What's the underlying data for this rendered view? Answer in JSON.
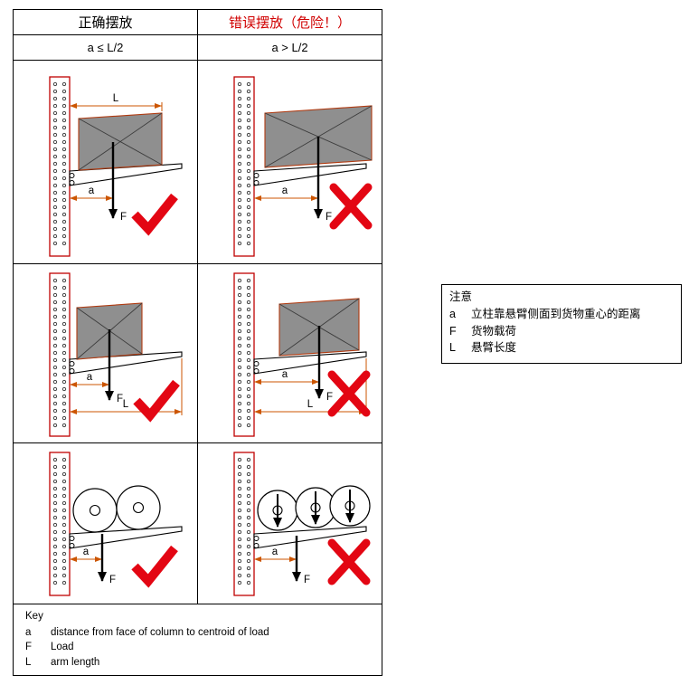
{
  "table": {
    "header_correct": "正确摆放",
    "header_wrong": "错误摆放（危险！）",
    "condition_correct": "a ≤ L/2",
    "condition_wrong": "a > L/2"
  },
  "diagram_labels": {
    "a": "a",
    "F": "F",
    "L": "L"
  },
  "key": {
    "title": "Key",
    "items": [
      {
        "symbol": "a",
        "text": "distance from face of column to centroid of load"
      },
      {
        "symbol": "F",
        "text": "Load"
      },
      {
        "symbol": "L",
        "text": "arm length"
      }
    ]
  },
  "note": {
    "title": "注意",
    "items": [
      {
        "symbol": "a",
        "text": "立柱靠悬臂侧面到货物重心的距离"
      },
      {
        "symbol": "F",
        "text": "货物载荷"
      },
      {
        "symbol": "L",
        "text": "悬臂长度"
      }
    ]
  },
  "colors": {
    "danger_text": "#d00000",
    "mark_red": "#e30613",
    "dimension": "#cc5500",
    "column_red": "#c00000",
    "load_gray": "#8f8f8f"
  }
}
